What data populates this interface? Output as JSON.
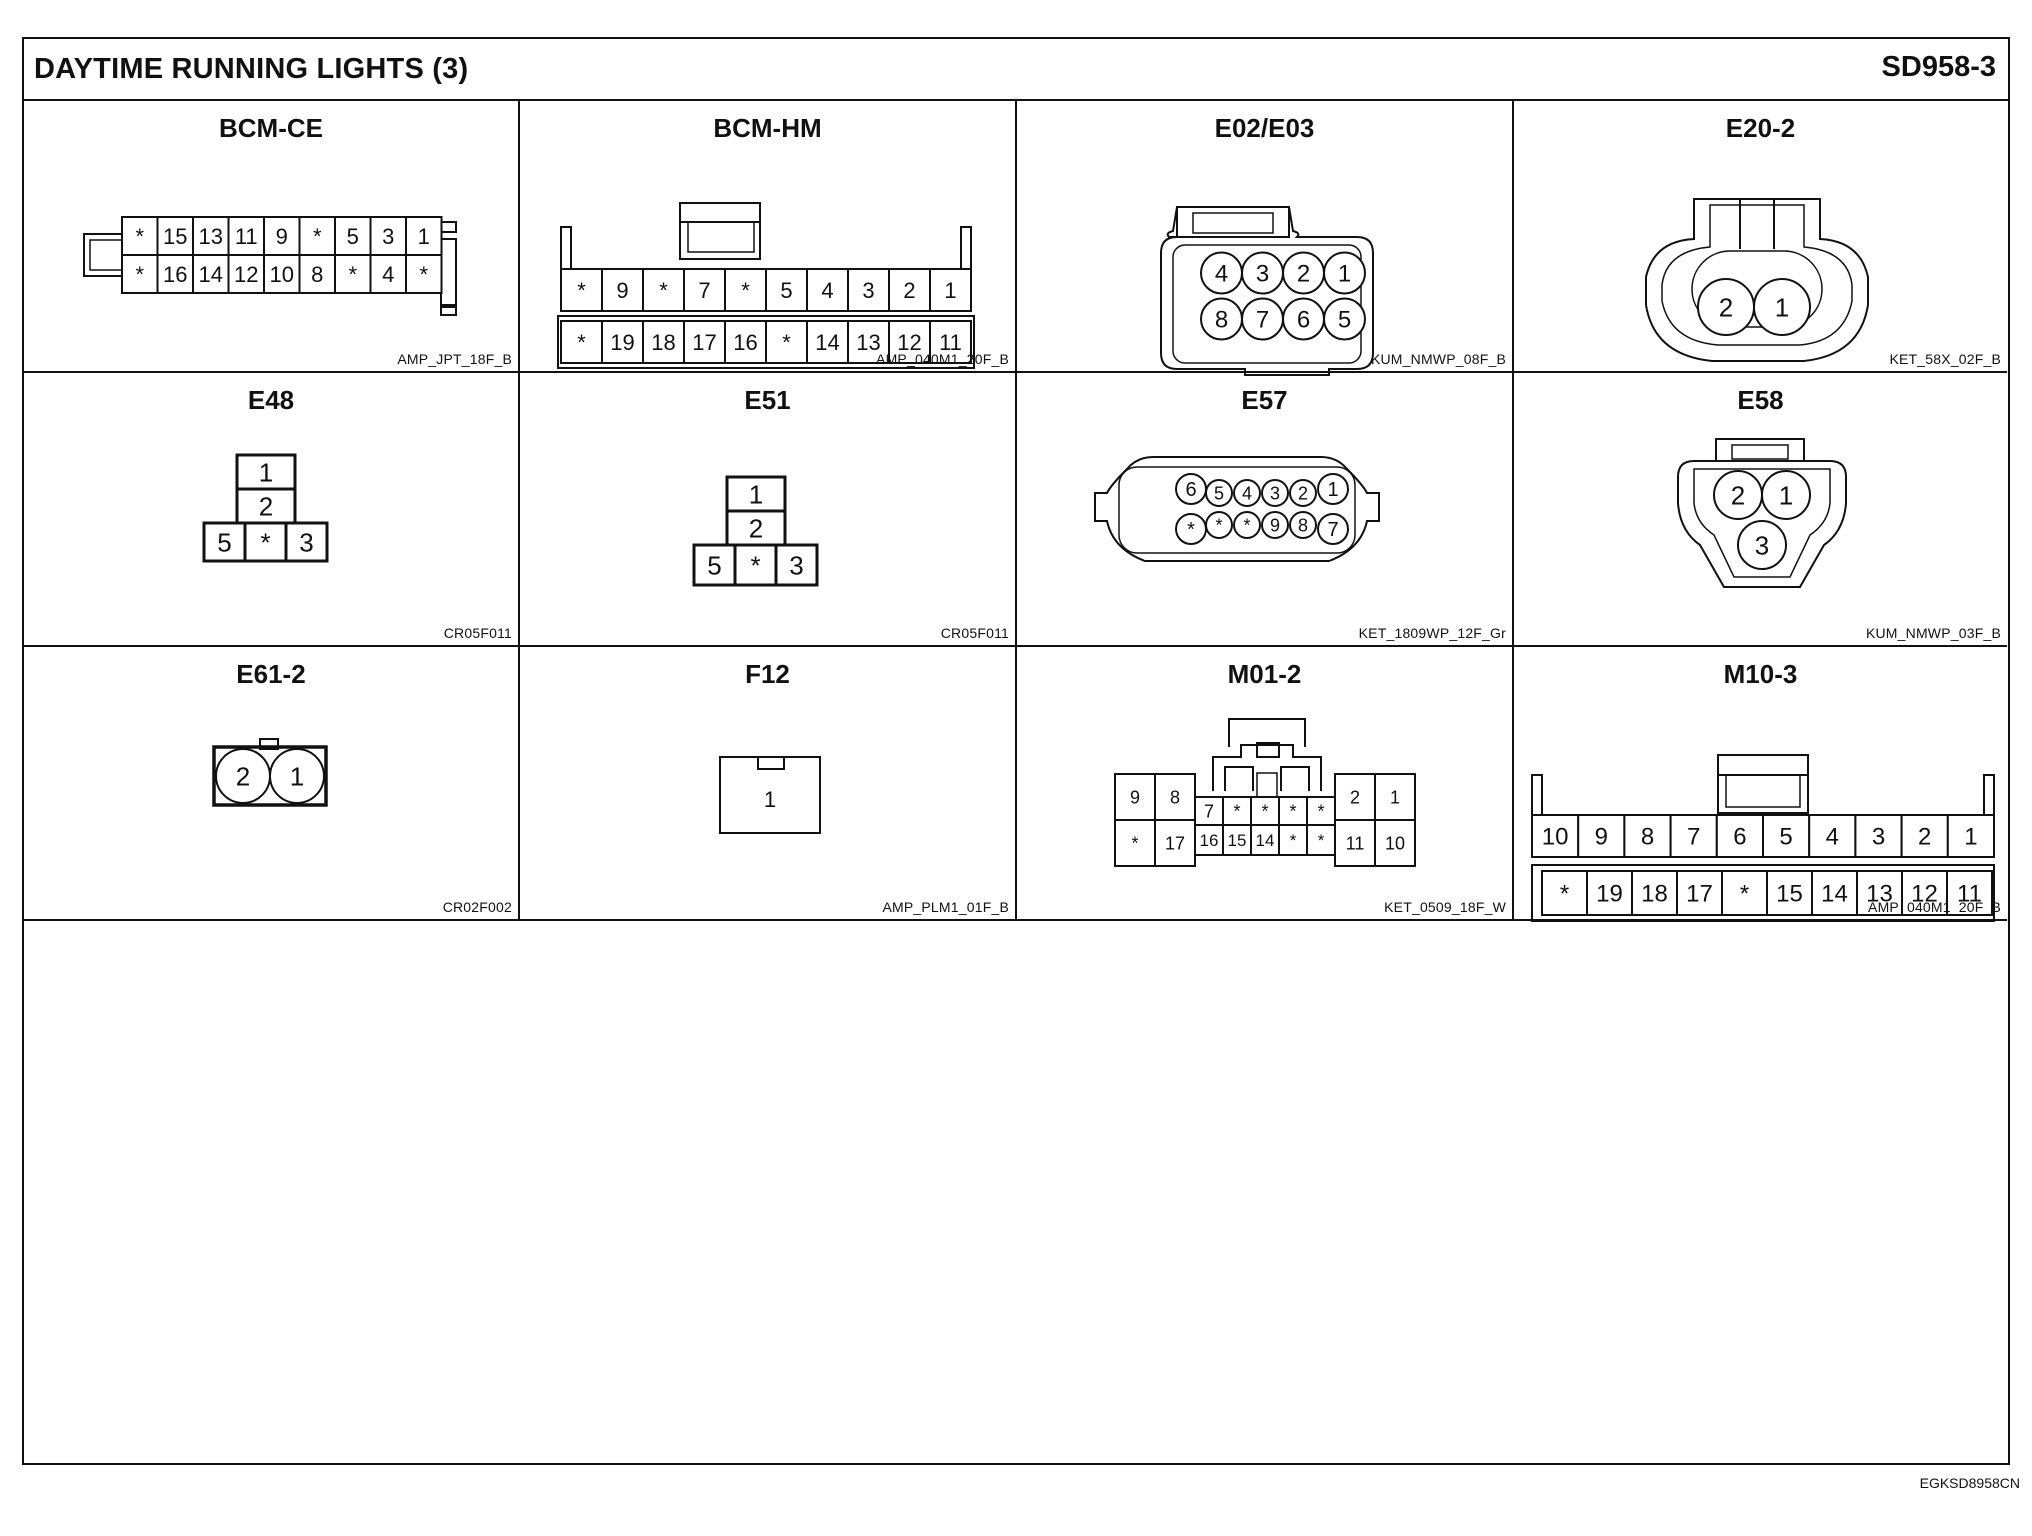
{
  "page": {
    "title": "DAYTIME RUNNING LIGHTS (3)",
    "code": "SD958-3",
    "doc_id": "EGKSD8958CN"
  },
  "connectors": [
    {
      "name": "BCM-CE",
      "part": "AMP_JPT_18F_B",
      "rows": [
        [
          "*",
          "15",
          "13",
          "11",
          "9",
          "*",
          "5",
          "3",
          "1"
        ],
        [
          "*",
          "16",
          "14",
          "12",
          "10",
          "8",
          "*",
          "4",
          "*"
        ]
      ]
    },
    {
      "name": "BCM-HM",
      "part": "AMP_040M1_20F_B",
      "rows": [
        [
          "*",
          "9",
          "*",
          "7",
          "*",
          "5",
          "4",
          "3",
          "2",
          "1"
        ],
        [
          "*",
          "19",
          "18",
          "17",
          "16",
          "*",
          "14",
          "13",
          "12",
          "11"
        ]
      ]
    },
    {
      "name": "E02/E03",
      "part": "KUM_NMWP_08F_B",
      "rows": [
        [
          "4",
          "3",
          "2",
          "1"
        ],
        [
          "8",
          "7",
          "6",
          "5"
        ]
      ]
    },
    {
      "name": "E20-2",
      "part": "KET_58X_02F_B",
      "rows": [
        [
          "2",
          "1"
        ]
      ]
    },
    {
      "name": "E48",
      "part": "CR05F011",
      "rows": [
        [
          "1"
        ],
        [
          "2"
        ],
        [
          "5",
          "*",
          "3"
        ]
      ]
    },
    {
      "name": "E51",
      "part": "CR05F011",
      "rows": [
        [
          "1"
        ],
        [
          "2"
        ],
        [
          "5",
          "*",
          "3"
        ]
      ]
    },
    {
      "name": "E57",
      "part": "KET_1809WP_12F_Gr",
      "rows": [
        [
          "6",
          "5",
          "4",
          "3",
          "2",
          "1"
        ],
        [
          "*",
          "*",
          "*",
          "9",
          "8",
          "7"
        ]
      ]
    },
    {
      "name": "E58",
      "part": "KUM_NMWP_03F_B",
      "rows": [
        [
          "2",
          "1"
        ],
        [
          "3"
        ]
      ]
    },
    {
      "name": "E61-2",
      "part": "CR02F002",
      "rows": [
        [
          "2",
          "1"
        ]
      ]
    },
    {
      "name": "F12",
      "part": "AMP_PLM1_01F_B",
      "rows": [
        [
          "1"
        ]
      ]
    },
    {
      "name": "M01-2",
      "part": "KET_0509_18F_W",
      "rows": [
        [
          "9",
          "8",
          "7",
          "*",
          "*",
          "*",
          "*",
          "2",
          "1"
        ],
        [
          "*",
          "17",
          "16",
          "15",
          "14",
          "*",
          "*",
          "11",
          "10"
        ]
      ]
    },
    {
      "name": "M10-3",
      "part": "AMP_040M1_20F_B",
      "rows": [
        [
          "10",
          "9",
          "8",
          "7",
          "6",
          "5",
          "4",
          "3",
          "2",
          "1"
        ],
        [
          "*",
          "19",
          "18",
          "17",
          "*",
          "15",
          "14",
          "13",
          "12",
          "11"
        ]
      ]
    }
  ]
}
